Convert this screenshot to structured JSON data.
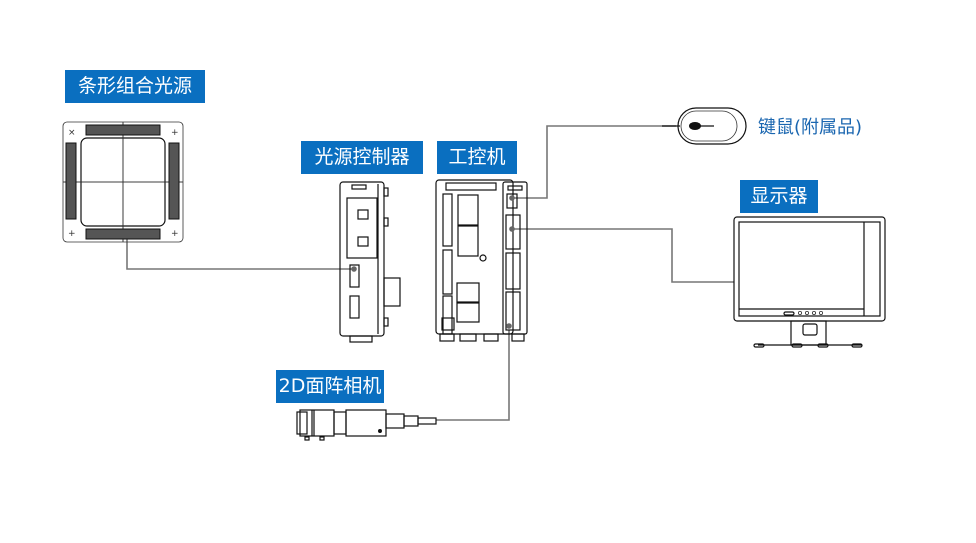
{
  "diagram": {
    "title": "",
    "colors": {
      "label_bg": "#0a6fc0",
      "label_text": "#ffffff",
      "plain_label_text": "#1a66b0",
      "wire": "#777777"
    },
    "nodes": [
      {
        "id": "bar-light",
        "label": "条形组合光源",
        "icon": "square-bar-light-icon"
      },
      {
        "id": "light-controller",
        "label": "光源控制器",
        "icon": "light-controller-icon"
      },
      {
        "id": "ipc",
        "label": "工控机",
        "icon": "industrial-pc-icon"
      },
      {
        "id": "keyboard-mouse",
        "label": "键鼠(附属品)",
        "icon": "mouse-icon"
      },
      {
        "id": "monitor",
        "label": "显示器",
        "icon": "monitor-icon"
      },
      {
        "id": "area-camera",
        "label": "2D面阵相机",
        "icon": "camera-icon"
      }
    ],
    "connections": [
      {
        "from": "bar-light",
        "to": "light-controller"
      },
      {
        "from": "ipc",
        "to": "keyboard-mouse"
      },
      {
        "from": "ipc",
        "to": "monitor"
      },
      {
        "from": "ipc",
        "to": "area-camera"
      }
    ]
  }
}
